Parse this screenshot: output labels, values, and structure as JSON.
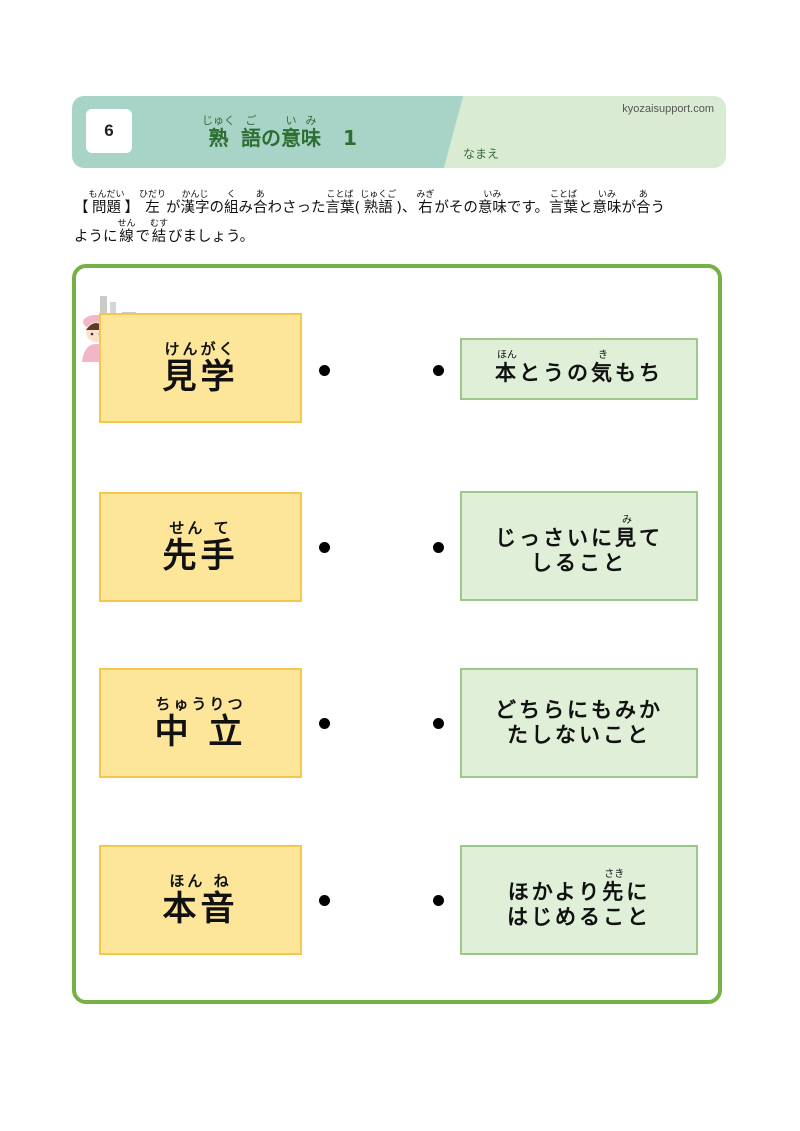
{
  "header": {
    "number": "6",
    "title_parts": [
      {
        "base": "熟",
        "rt": "じゅく"
      },
      {
        "base": "語",
        "rt": "ご"
      },
      {
        "base": "の",
        "rt": ""
      },
      {
        "base": "意",
        "rt": "い"
      },
      {
        "base": "味",
        "rt": "み"
      }
    ],
    "part": "1",
    "site": "kyozaisupport.com",
    "name_label": "なまえ"
  },
  "instructions": {
    "line1": [
      {
        "base": "【",
        "rt": ""
      },
      {
        "base": "問題",
        "rt": "もんだい"
      },
      {
        "base": "】",
        "rt": ""
      },
      {
        "base": "左",
        "rt": "ひだり"
      },
      {
        "base": "が",
        "rt": ""
      },
      {
        "base": "漢字",
        "rt": "かんじ"
      },
      {
        "base": "の",
        "rt": ""
      },
      {
        "base": "組",
        "rt": "く"
      },
      {
        "base": "み",
        "rt": ""
      },
      {
        "base": "合",
        "rt": "あ"
      },
      {
        "base": "わさった",
        "rt": ""
      },
      {
        "base": "言葉",
        "rt": "ことば"
      },
      {
        "base": "(",
        "rt": ""
      },
      {
        "base": "熟語",
        "rt": "じゅくご"
      },
      {
        "base": ")、",
        "rt": ""
      },
      {
        "base": "右",
        "rt": "みぎ"
      },
      {
        "base": "がその",
        "rt": ""
      },
      {
        "base": "意味",
        "rt": "いみ"
      },
      {
        "base": "です。",
        "rt": ""
      },
      {
        "base": "言葉",
        "rt": "ことば"
      },
      {
        "base": "と",
        "rt": ""
      },
      {
        "base": "意味",
        "rt": "いみ"
      },
      {
        "base": "が",
        "rt": ""
      },
      {
        "base": "合",
        "rt": "あ"
      },
      {
        "base": "う",
        "rt": ""
      }
    ],
    "line2": [
      {
        "base": "ように",
        "rt": ""
      },
      {
        "base": "線",
        "rt": "せん"
      },
      {
        "base": "で",
        "rt": ""
      },
      {
        "base": "結",
        "rt": "むす"
      },
      {
        "base": "びましょう。",
        "rt": ""
      }
    ]
  },
  "left_items": [
    {
      "kana": "けんがく",
      "kanji": "見学"
    },
    {
      "kana": "せん て",
      "kanji": "先手"
    },
    {
      "kana": "ちゅうりつ",
      "kanji": "中 立"
    },
    {
      "kana": "ほん ね",
      "kanji": "本音"
    }
  ],
  "right_items": [
    {
      "lines": [
        [
          {
            "base": "本",
            "rt": "ほん"
          },
          {
            "base": "とうの",
            "rt": ""
          },
          {
            "base": "気",
            "rt": "き"
          },
          {
            "base": "もち",
            "rt": ""
          }
        ]
      ]
    },
    {
      "lines": [
        [
          {
            "base": "じっさいに",
            "rt": ""
          },
          {
            "base": "見",
            "rt": "み"
          },
          {
            "base": "て",
            "rt": ""
          }
        ],
        [
          {
            "base": "しること",
            "rt": ""
          }
        ]
      ]
    },
    {
      "lines": [
        [
          {
            "base": "どちらにもみか",
            "rt": ""
          }
        ],
        [
          {
            "base": "たしないこと",
            "rt": ""
          }
        ]
      ]
    },
    {
      "lines": [
        [
          {
            "base": "ほかより",
            "rt": ""
          },
          {
            "base": "先",
            "rt": "さき"
          },
          {
            "base": "に",
            "rt": ""
          }
        ],
        [
          {
            "base": "はじめること",
            "rt": ""
          }
        ]
      ]
    }
  ],
  "colors": {
    "header_teal": "#a8d4c8",
    "header_light": "#d9ecd3",
    "title_green": "#2e6e33",
    "panel_border": "#77b044",
    "left_card_fill": "#fde69a",
    "left_card_border": "#f4c84c",
    "right_card_fill": "#e0f0d8",
    "right_card_border": "#9cc98a"
  },
  "icons": {
    "illustration": "factory-worker-illustration"
  }
}
